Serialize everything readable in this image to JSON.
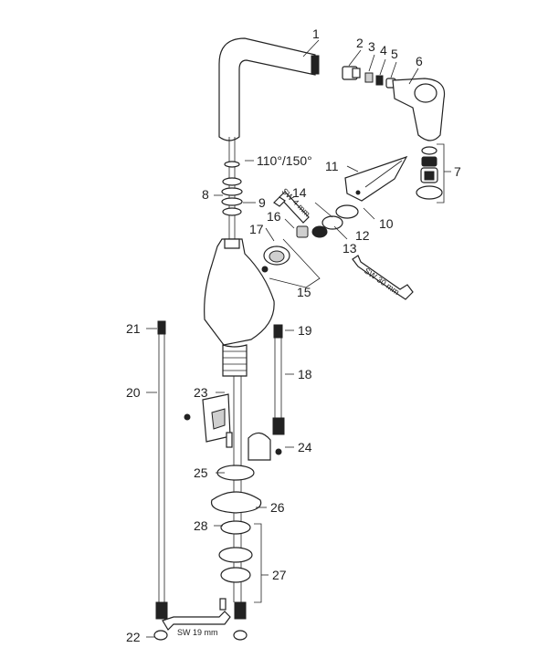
{
  "callouts": {
    "n1": "1",
    "n2": "2",
    "n3": "3",
    "n4": "4",
    "n5": "5",
    "n6": "6",
    "n7": "7",
    "n8": "8",
    "n9": "9",
    "n10": "10",
    "n11": "11",
    "n12": "12",
    "n13": "13",
    "n14": "14",
    "n15": "15",
    "n16": "16",
    "n17": "17",
    "n18": "18",
    "n19": "19",
    "n20": "20",
    "n21": "21",
    "n22": "22",
    "n23": "23",
    "n24": "24",
    "n25": "25",
    "n26": "26",
    "n27": "27",
    "n28": "28"
  },
  "annotations": {
    "swivel": "110°/150°",
    "hex_key": "SW 4 mm",
    "wrench_large": "SW 30 mm",
    "wrench_small": "SW 19 mm"
  }
}
